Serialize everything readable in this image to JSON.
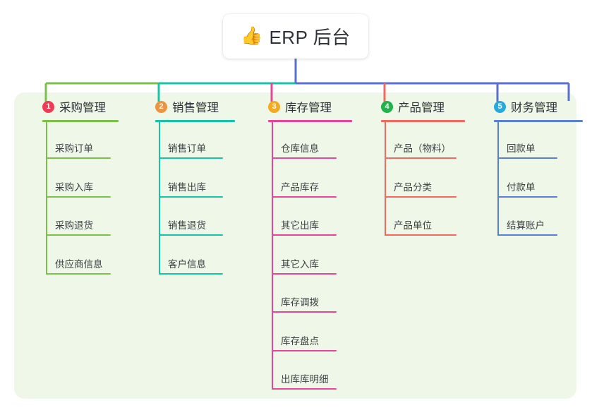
{
  "diagram": {
    "type": "mindmap",
    "root": {
      "emoji_icon": "thumbs-up-icon",
      "emoji": "👍",
      "title": "ERP 后台"
    },
    "panel_color": "#eff7e9",
    "branches": [
      {
        "index": "1",
        "title": "采购管理",
        "badge_color": "#ef3b55",
        "line_color": "#7cc04b",
        "connector_color": "#7cc04b",
        "items": [
          "采购订单",
          "采购入库",
          "采购退货",
          "供应商信息"
        ]
      },
      {
        "index": "2",
        "title": "销售管理",
        "badge_color": "#f0933f",
        "line_color": "#18c4a8",
        "connector_color": "#18c4a8",
        "items": [
          "销售订单",
          "销售出库",
          "销售退货",
          "客户信息"
        ]
      },
      {
        "index": "3",
        "title": "库存管理",
        "badge_color": "#f5ab21",
        "line_color": "#e8449a",
        "connector_color": "#e8449a",
        "items": [
          "仓库信息",
          "产品库存",
          "其它出库",
          "其它入库",
          "库存调拨",
          "库存盘点",
          "出库库明细"
        ]
      },
      {
        "index": "4",
        "title": "产品管理",
        "badge_color": "#23b14d",
        "line_color": "#f4695f",
        "connector_color": "#f4695f",
        "items": [
          "产品（物料）",
          "产品分类",
          "产品单位"
        ]
      },
      {
        "index": "5",
        "title": "财务管理",
        "badge_color": "#29a8e0",
        "line_color": "#5a7fd4",
        "connector_color": "#5a6fd0",
        "items": [
          "回款单",
          "付款单",
          "结算账户"
        ]
      }
    ]
  }
}
